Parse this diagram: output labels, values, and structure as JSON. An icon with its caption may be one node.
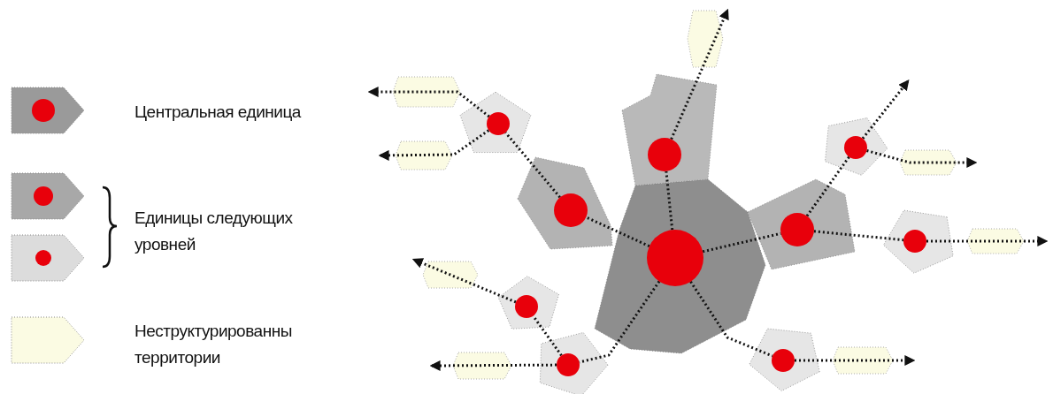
{
  "diagram": {
    "nodes": [
      {
        "text": [],
        "shape": "circle"
      },
      {
        "text": [],
        "shape": "circle"
      },
      {
        "text": [],
        "shape": "circle"
      },
      {
        "text": [],
        "shape": "circle"
      },
      {
        "text": [],
        "shape": "circle"
      },
      {
        "text": [],
        "shape": "circle"
      },
      {
        "text": [],
        "shape": "circle"
      },
      {
        "text": [],
        "shape": "circle"
      },
      {
        "text": [],
        "shape": "circle"
      },
      {
        "text": [],
        "shape": "circle"
      }
    ],
    "edges": [
      {
        "from": 0,
        "to": 1,
        "arrow": "none",
        "style": "dashed"
      },
      {
        "from": 0,
        "to": 2,
        "arrow": "none",
        "style": "dashed"
      },
      {
        "from": 0,
        "to": 3,
        "arrow": "none",
        "style": "dashed"
      },
      {
        "from": 0,
        "to": 8,
        "arrow": "none",
        "style": "dashed"
      },
      {
        "from": 0,
        "to": 9,
        "arrow": "none",
        "style": "dashed"
      },
      {
        "from": 1,
        "to": null,
        "arrow": "to",
        "style": "dashed"
      },
      {
        "from": 2,
        "to": 4,
        "arrow": "none",
        "style": "dashed"
      },
      {
        "from": 4,
        "to": null,
        "arrow": "to",
        "style": "dashed"
      },
      {
        "from": 4,
        "to": null,
        "arrow": "to",
        "style": "dashed"
      },
      {
        "from": 3,
        "to": 5,
        "arrow": "none",
        "style": "dashed"
      },
      {
        "from": 5,
        "to": null,
        "arrow": "to",
        "style": "dashed"
      },
      {
        "from": 5,
        "to": null,
        "arrow": "to",
        "style": "dashed"
      },
      {
        "from": 3,
        "to": 6,
        "arrow": "none",
        "style": "dashed"
      },
      {
        "from": 6,
        "to": null,
        "arrow": "to",
        "style": "dashed"
      },
      {
        "from": 8,
        "to": 7,
        "arrow": "none",
        "style": "dashed"
      },
      {
        "from": 7,
        "to": null,
        "arrow": "to",
        "style": "dashed"
      },
      {
        "from": 8,
        "to": null,
        "arrow": "to",
        "style": "dashed"
      },
      {
        "from": 9,
        "to": null,
        "arrow": "to",
        "style": "dashed"
      }
    ],
    "legend": [
      {
        "text": "Центральная единица"
      },
      {
        "text": "Единицы следующих уровней"
      },
      {
        "text": "Неструктурированны территории"
      }
    ]
  }
}
